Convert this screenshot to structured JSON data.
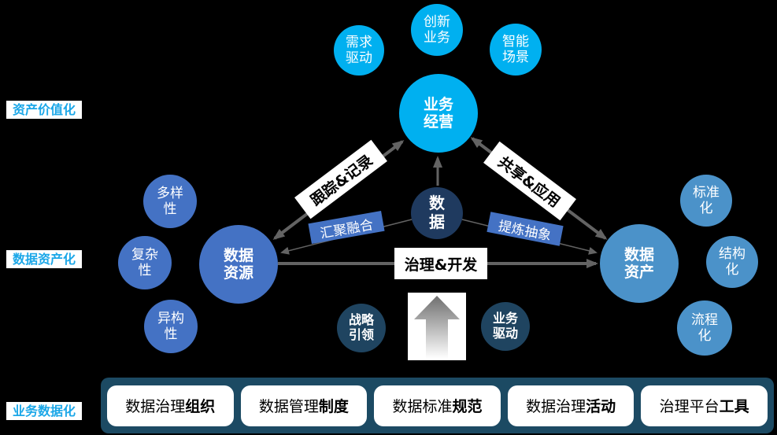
{
  "colors": {
    "background": "#000000",
    "cyan_circle": "#00B0F0",
    "navy_circle": "#1F3A5F",
    "dark_circle": "#1F4460",
    "left_blue_circle": "#4472C4",
    "right_blue_circle": "#4B92C9",
    "bottom_bar": "#1C4A63",
    "connector_gray": "#636363",
    "side_label_text": "#1BA7E8",
    "blue_tag": "#4472C4"
  },
  "side_labels": [
    "资产价值化",
    "数据资产化",
    "业务数据化"
  ],
  "circles": [
    {
      "id": "demand-driven",
      "label": "需求\n驱动"
    },
    {
      "id": "innovation-business",
      "label": "创新\n业务"
    },
    {
      "id": "intelligent-scenario",
      "label": "智能\n场景"
    },
    {
      "id": "business-operation",
      "label": "业务\n经营"
    },
    {
      "id": "data",
      "label": "数\n据"
    },
    {
      "id": "data-resource",
      "label": "数据\n资源"
    },
    {
      "id": "data-asset",
      "label": "数据\n资产"
    },
    {
      "id": "diversity",
      "label": "多样\n性"
    },
    {
      "id": "complexity",
      "label": "复杂\n性"
    },
    {
      "id": "heterogeneity",
      "label": "异构\n性"
    },
    {
      "id": "standardization",
      "label": "标准\n化"
    },
    {
      "id": "structuring",
      "label": "结构\n化"
    },
    {
      "id": "processization",
      "label": "流程\n化"
    },
    {
      "id": "strategy-leading",
      "label": "战略\n引领"
    },
    {
      "id": "business-driven",
      "label": "业务\n驱动"
    }
  ],
  "edge_labels": [
    {
      "id": "track-record",
      "text": "跟踪&记录"
    },
    {
      "id": "share-apply",
      "text": "共享&应用"
    },
    {
      "id": "aggregate-fuse",
      "text": "汇聚融合"
    },
    {
      "id": "refine-abstract",
      "text": "提炼抽象"
    },
    {
      "id": "govern-develop",
      "text": "治理&开发"
    }
  ],
  "bar": {
    "pills": [
      {
        "text": "数据治理",
        "bold": "组织"
      },
      {
        "text": "数据管理",
        "bold": "制度"
      },
      {
        "text": "数据标准",
        "bold": "规范"
      },
      {
        "text": "数据治理",
        "bold": "活动"
      },
      {
        "text": "治理平台",
        "bold": "工具"
      }
    ]
  }
}
